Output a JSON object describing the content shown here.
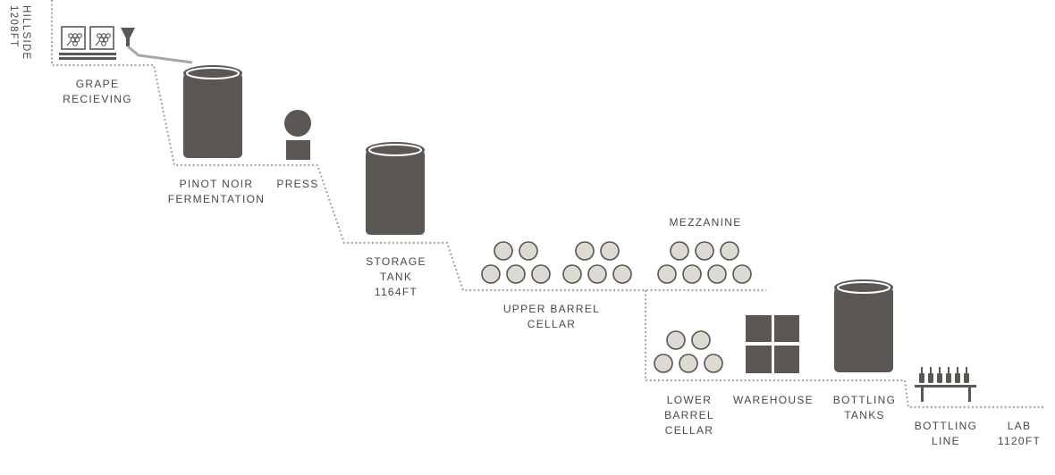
{
  "colors": {
    "ink": "#5b5853",
    "barrel_fill": "#dcdad2",
    "barrel_stroke": "#57544f",
    "path_dots": "#a9a8a4",
    "label_text": "#4a4843"
  },
  "icons": {
    "grape_bin": "grape-bin-icon",
    "hopper": "hopper-icon",
    "tank": "tank-icon",
    "press": "press-icon",
    "barrel": "barrel-icon",
    "warehouse": "warehouse-icon",
    "bottle": "bottle-icon"
  },
  "labels": {
    "hillside": [
      "HILLSIDE",
      "1208FT"
    ],
    "grape_receiving": [
      "GRAPE",
      "RECIEVING"
    ],
    "pinot_noir": [
      "PINOT NOIR",
      "FERMENTATION"
    ],
    "press": [
      "PRESS"
    ],
    "storage_tank": [
      "STORAGE",
      "TANK",
      "1164FT"
    ],
    "upper_barrel": [
      "UPPER BARREL",
      "CELLAR"
    ],
    "mezzanine": [
      "MEZZANINE"
    ],
    "lower_barrel": [
      "LOWER",
      "BARREL",
      "CELLAR"
    ],
    "warehouse": [
      "WAREHOUSE"
    ],
    "bottling_tanks": [
      "BOTTLING",
      "TANKS"
    ],
    "bottling_line": [
      "BOTTLING",
      "LINE"
    ],
    "lab": [
      "LAB",
      "1120FT"
    ]
  }
}
